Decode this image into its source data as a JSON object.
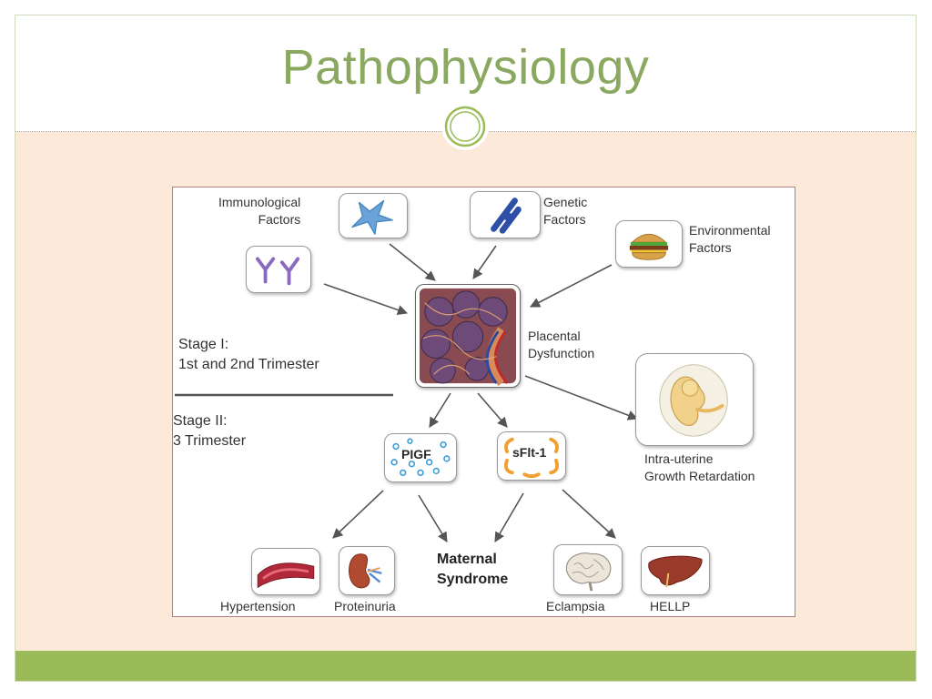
{
  "slide": {
    "title": "Pathophysiology",
    "colors": {
      "accent": "#9bbb59",
      "title": "#8aa860",
      "content_bg": "#fde9d9"
    },
    "ornament_icon": "double-circle-icon"
  },
  "diagram": {
    "immunological": {
      "line1": "Immunological",
      "line2": "Factors",
      "icon": "immune-cell-icon",
      "antibody_icon": "antibody-icon"
    },
    "genetic": {
      "line1": "Genetic",
      "line2": "Factors",
      "icon": "chromosome-icon"
    },
    "environmental": {
      "line1": "Environmental",
      "line2": "Factors",
      "icon": "burger-icon"
    },
    "placenta": {
      "line1": "Placental",
      "line2": "Dysfunction",
      "icon": "placenta-icon"
    },
    "stage1": {
      "line1": "Stage I:",
      "line2": "1st and 2nd Trimester"
    },
    "stage2": {
      "line1": "Stage II:",
      "line2": "3 Trimester"
    },
    "iugr": {
      "line1": "Intra-uterine",
      "line2": "Growth Retardation",
      "icon": "fetus-icon"
    },
    "pigf": {
      "label": "PIGF"
    },
    "sflt": {
      "label": "sFlt-1"
    },
    "maternal": {
      "line1": "Maternal",
      "line2": "Syndrome"
    },
    "outcomes": {
      "hypertension": {
        "label": "Hypertension",
        "icon": "blood-vessel-icon"
      },
      "proteinuria": {
        "label": "Proteinuria",
        "icon": "kidney-icon"
      },
      "eclampsia": {
        "label": "Eclampsia",
        "icon": "brain-icon"
      },
      "hellp": {
        "label": "HELLP",
        "icon": "liver-icon"
      }
    }
  }
}
